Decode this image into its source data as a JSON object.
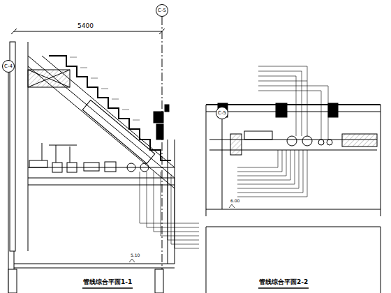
{
  "diagram": {
    "nodes": [
      {
        "text": [
          "C-4"
        ]
      },
      {
        "text": [
          "C-5"
        ]
      },
      {
        "text": [
          "C-5"
        ]
      }
    ],
    "labels": [
      "5400",
      "5.10",
      "6.00",
      "管线综合平面1-1",
      "管线综合平面2-2"
    ]
  }
}
